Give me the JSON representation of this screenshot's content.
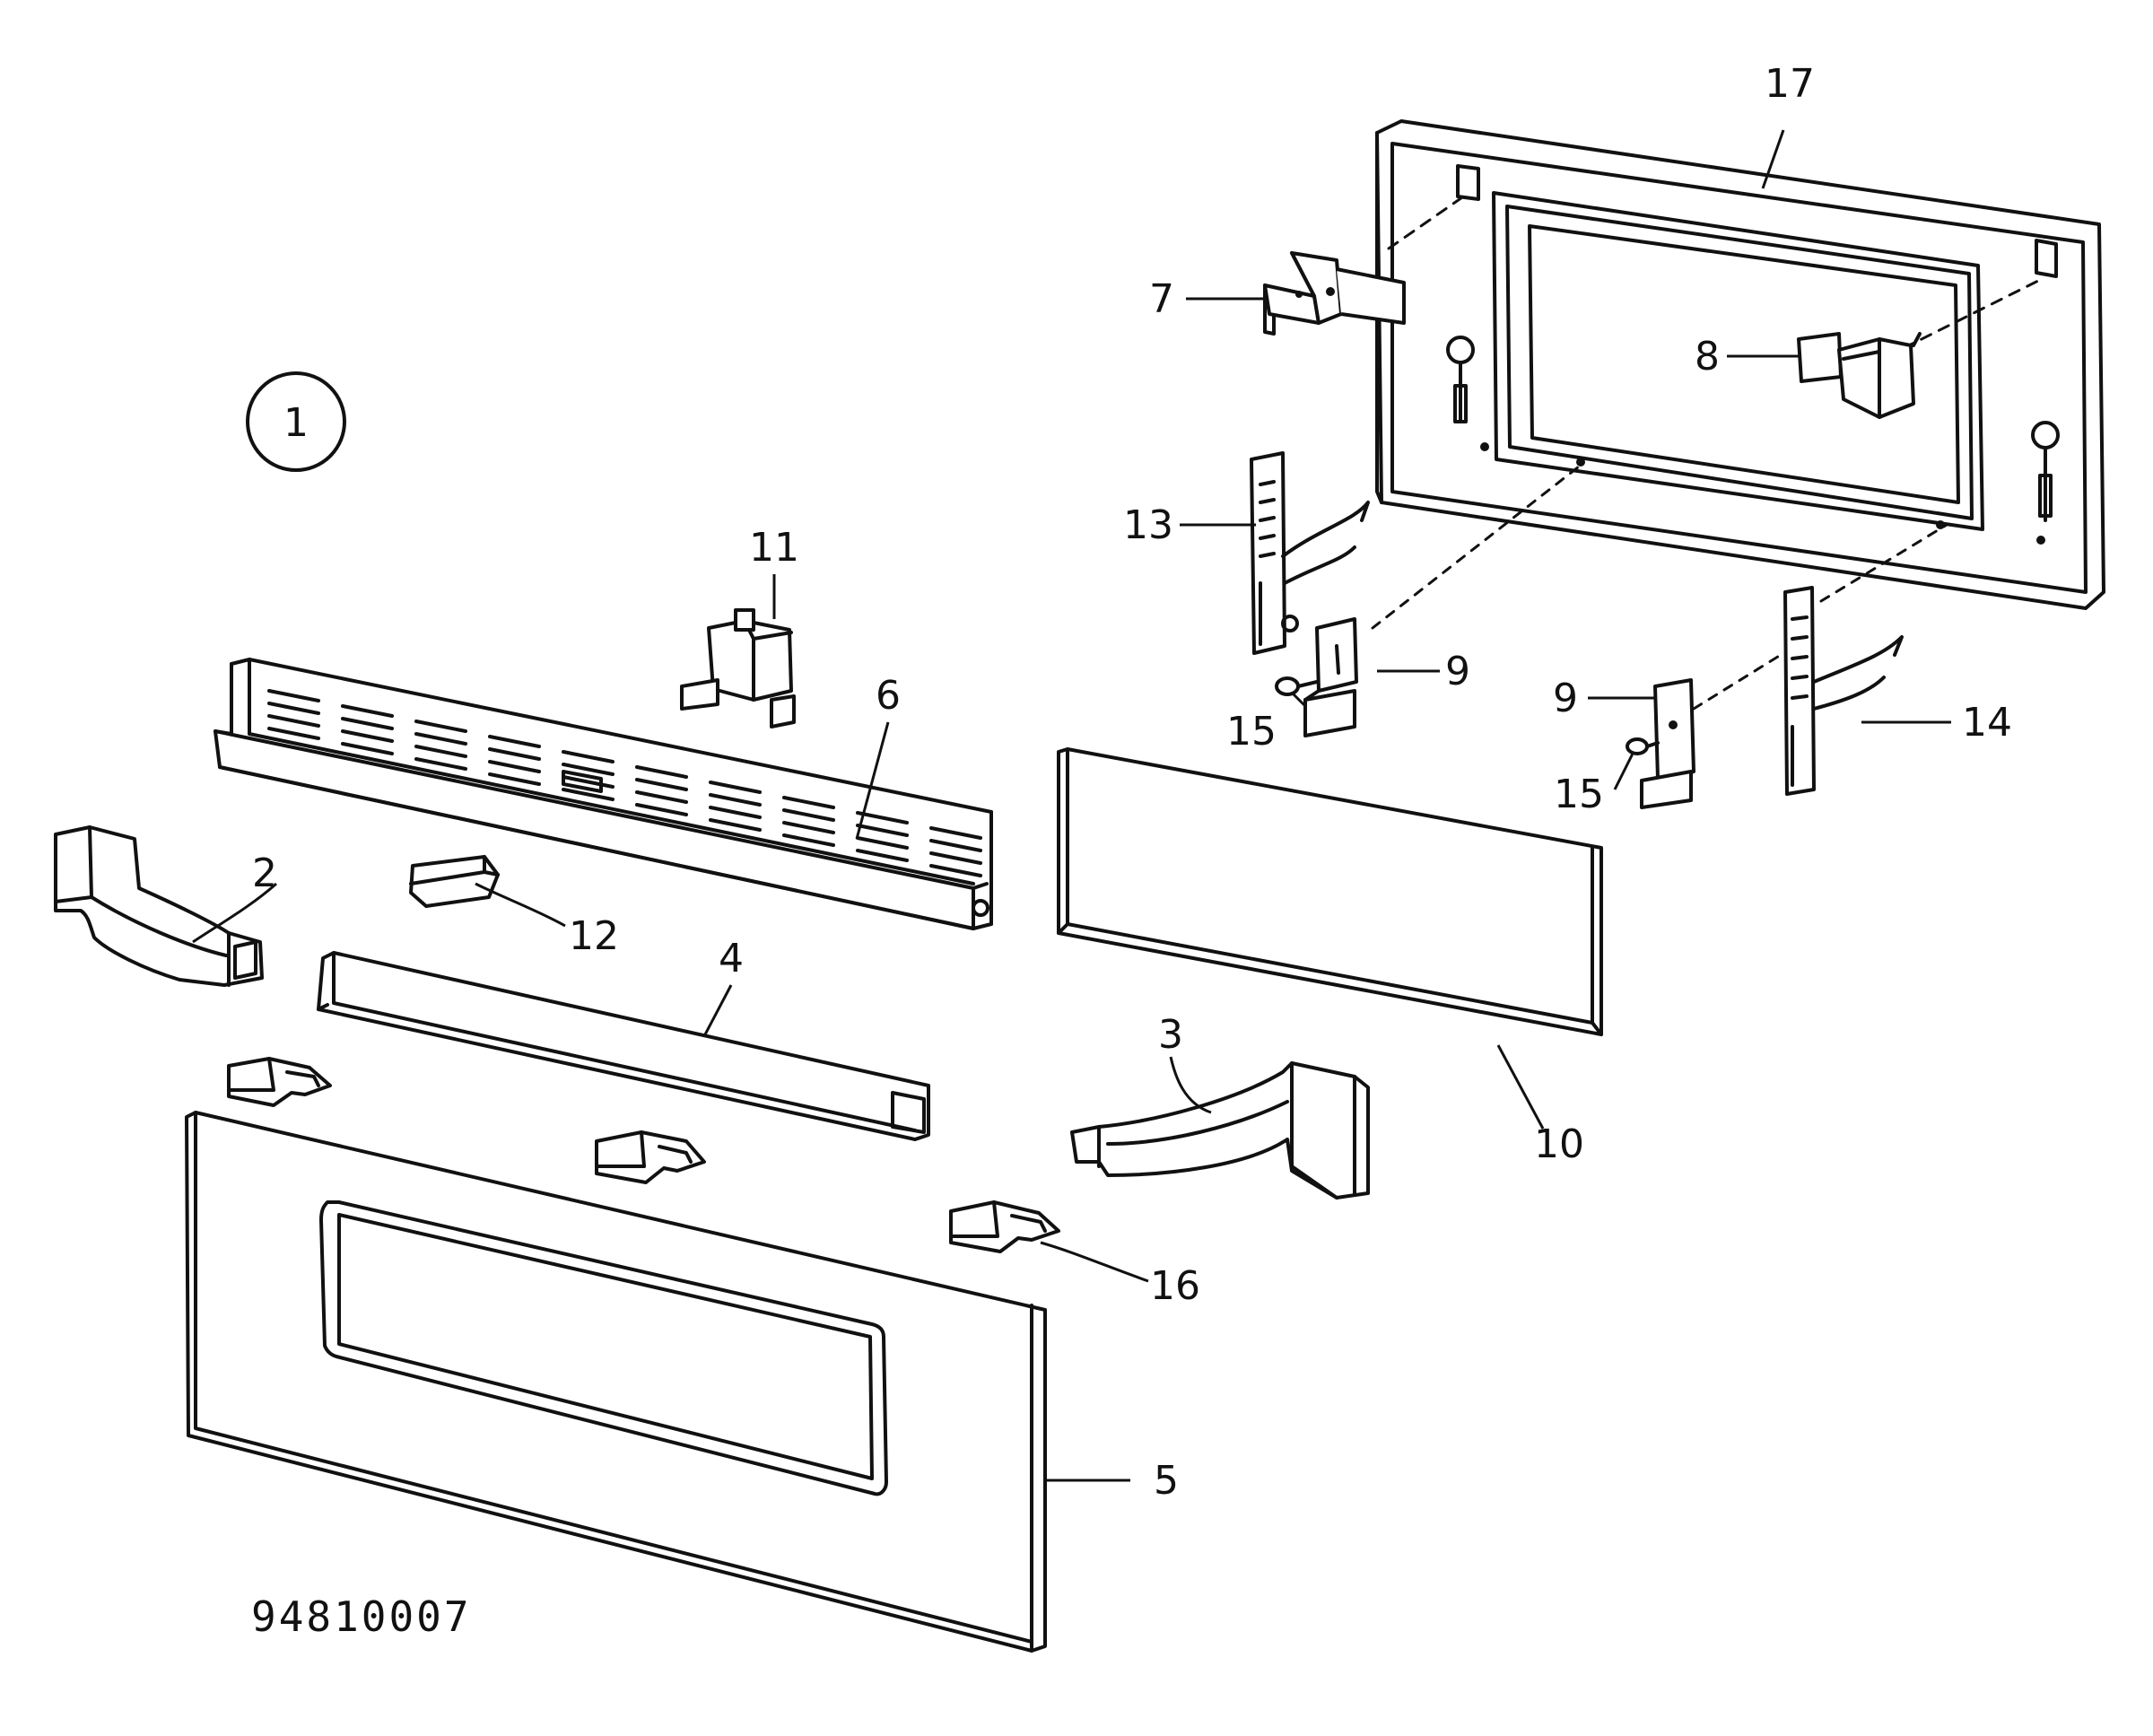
{
  "figure_number": "1",
  "reference_code": "94810007",
  "callouts": {
    "c2": "2",
    "c3": "3",
    "c4": "4",
    "c5": "5",
    "c6": "6",
    "c7": "7",
    "c8": "8",
    "c9a": "9",
    "c9b": "9",
    "c10": "10",
    "c11": "11",
    "c12": "12",
    "c13": "13",
    "c14": "14",
    "c15a": "15",
    "c15b": "15",
    "c16": "16",
    "c17": "17"
  }
}
